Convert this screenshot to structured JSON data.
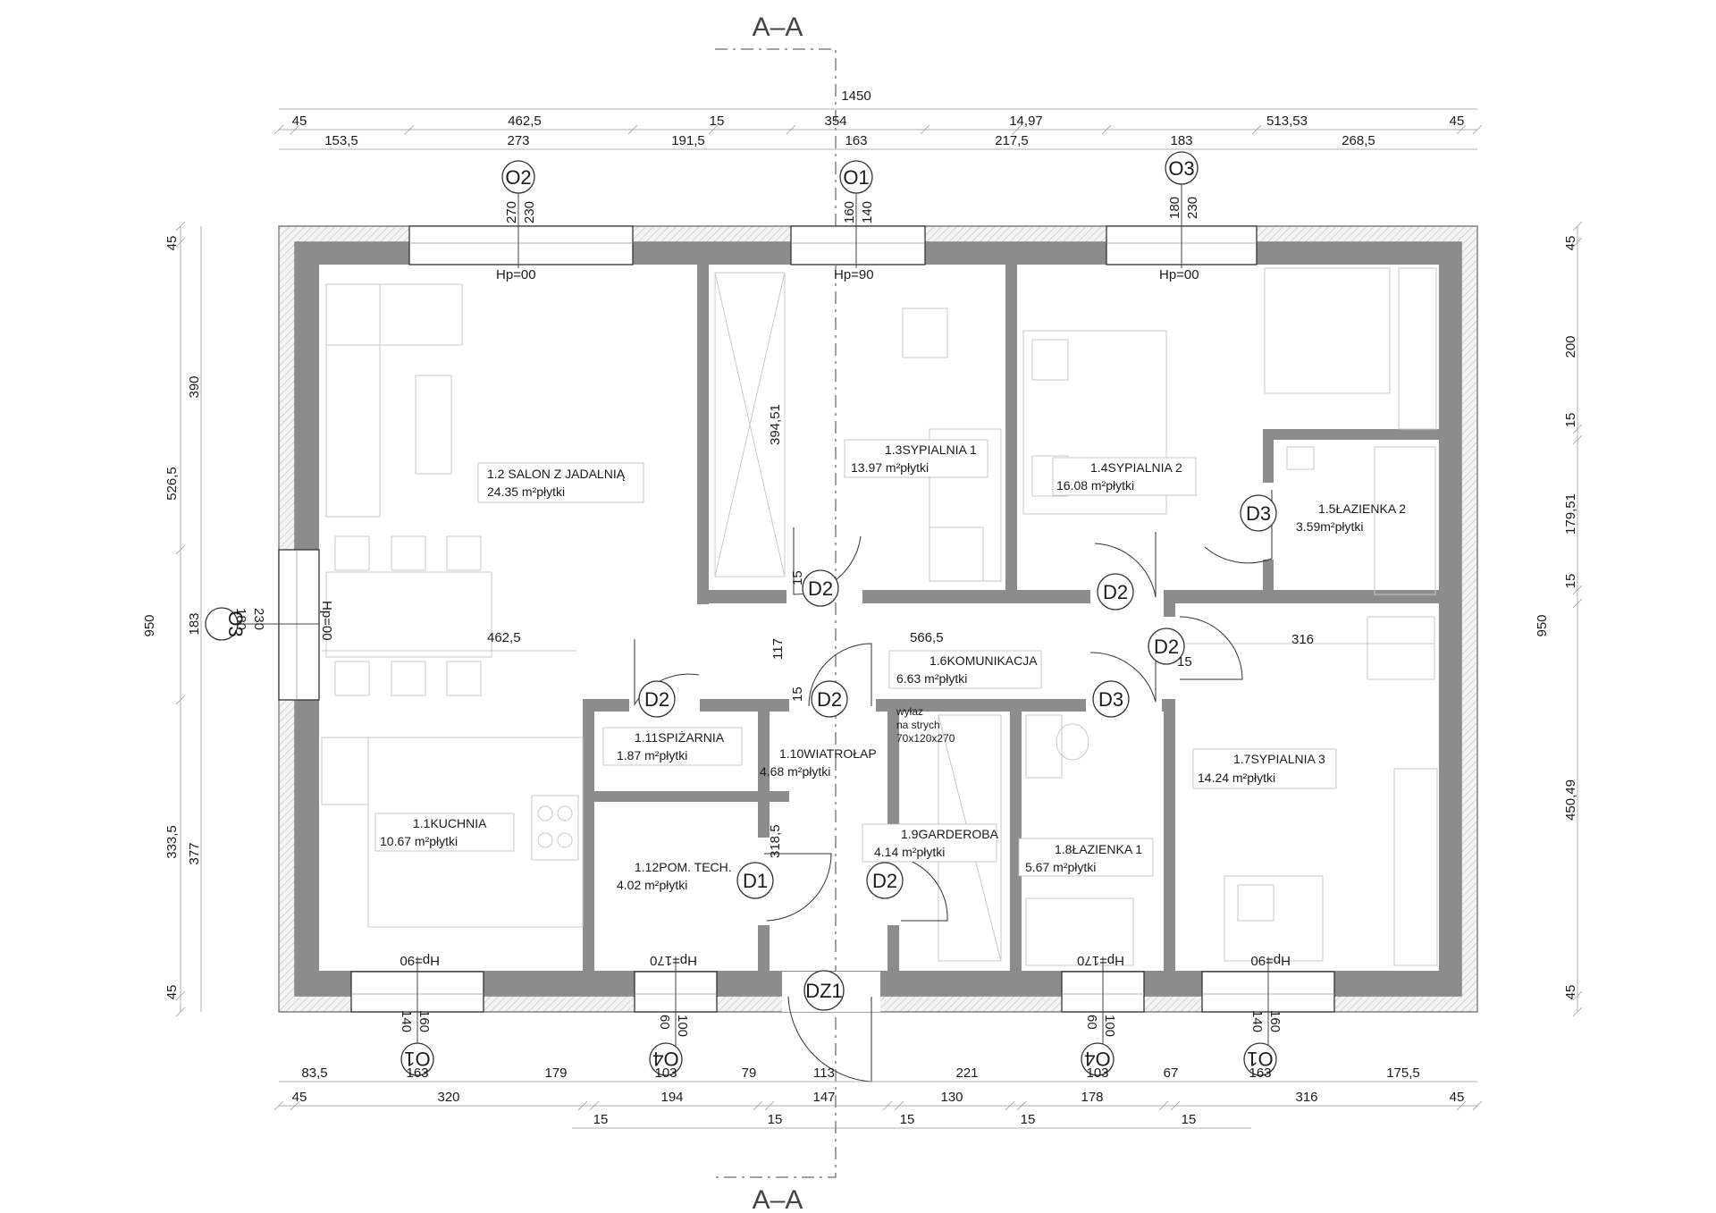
{
  "section": {
    "top": "A–A",
    "bottom": "A–A"
  },
  "dims_top": {
    "total": "1450",
    "row1": [
      "45",
      "462,5",
      "15",
      "354",
      "14,97",
      "513,53",
      "45"
    ],
    "row2": [
      "153,5",
      "273",
      "191,5",
      "163",
      "217,5",
      "183",
      "268,5"
    ]
  },
  "dims_bottom": {
    "row1": [
      "83,5",
      "179",
      "79",
      "113",
      "221",
      "103",
      "67",
      "175,5",
      "163",
      "103",
      "163"
    ],
    "row2": [
      "45",
      "320",
      "194",
      "147",
      "130",
      "178",
      "316",
      "45"
    ],
    "row3": [
      "15",
      "15",
      "15",
      "15",
      "15"
    ]
  },
  "dims_left": {
    "total": "950",
    "outer": [
      "45",
      "526,5",
      "333,5",
      "45"
    ],
    "inner": [
      "390",
      "183",
      "377"
    ]
  },
  "dims_right": {
    "total": "950",
    "parts": [
      "45",
      "200",
      "15",
      "179,51",
      "15",
      "450,49",
      "45"
    ]
  },
  "windows": [
    {
      "tag": "O2",
      "h1": "270",
      "h2": "230",
      "hp": "Hp=00"
    },
    {
      "tag": "O1",
      "h1": "160",
      "h2": "140",
      "hp": "Hp=90"
    },
    {
      "tag": "O3",
      "h1": "180",
      "h2": "230",
      "hp": "Hp=00"
    },
    {
      "tag": "O3",
      "h1": "180",
      "h2": "230",
      "hp": "Hp=00"
    },
    {
      "tag": "O1",
      "h1": "160",
      "h2": "140",
      "hp": "Hp=90"
    },
    {
      "tag": "O4",
      "h1": "100",
      "h2": "60",
      "hp": "Hp=170"
    },
    {
      "tag": "O4",
      "h1": "100",
      "h2": "60",
      "hp": "Hp=170"
    },
    {
      "tag": "O1",
      "h1": "160",
      "h2": "140",
      "hp": "Hp=90"
    }
  ],
  "rooms": [
    {
      "name": "1.2 SALON Z JADALNIĄ",
      "area": "24.35 m²płytki"
    },
    {
      "name": "1.3SYPIALNIA 1",
      "area": "13.97 m²płytki"
    },
    {
      "name": "1.4SYPIALNIA 2",
      "area": "16.08 m²płytki"
    },
    {
      "name": "1.5ŁAZIENKA 2",
      "area": "3.59m²płytki"
    },
    {
      "name": "1.6KOMUNIKACJA",
      "area": "6.63 m²płytki"
    },
    {
      "name": "1.7SYPIALNIA 3",
      "area": "14.24 m²płytki"
    },
    {
      "name": "1.1KUCHNIA",
      "area": "10.67 m²płytki"
    },
    {
      "name": "1.11SPIŻARNIA",
      "area": "1.87 m²płytki"
    },
    {
      "name": "1.10WIATROŁAP",
      "area": "4.68 m²płytki"
    },
    {
      "name": "1.12POM. TECH.",
      "area": "4.02 m²płytki"
    },
    {
      "name": "1.9GARDEROBA",
      "area": "4.14 m²płytki"
    },
    {
      "name": "1.8ŁAZIENKA 1",
      "area": "5.67 m²płytki"
    }
  ],
  "doors": [
    "D2",
    "D2",
    "D3",
    "D2",
    "D2",
    "D2",
    "D3",
    "D1",
    "D2",
    "DZ1"
  ],
  "inner_dims": [
    "394,51",
    "15",
    "15",
    "15",
    "117",
    "462,5",
    "566,5",
    "316",
    "318,5"
  ],
  "attic": {
    "l1": "wyłaz",
    "l2": "na strych",
    "l3": "70x120x270"
  }
}
